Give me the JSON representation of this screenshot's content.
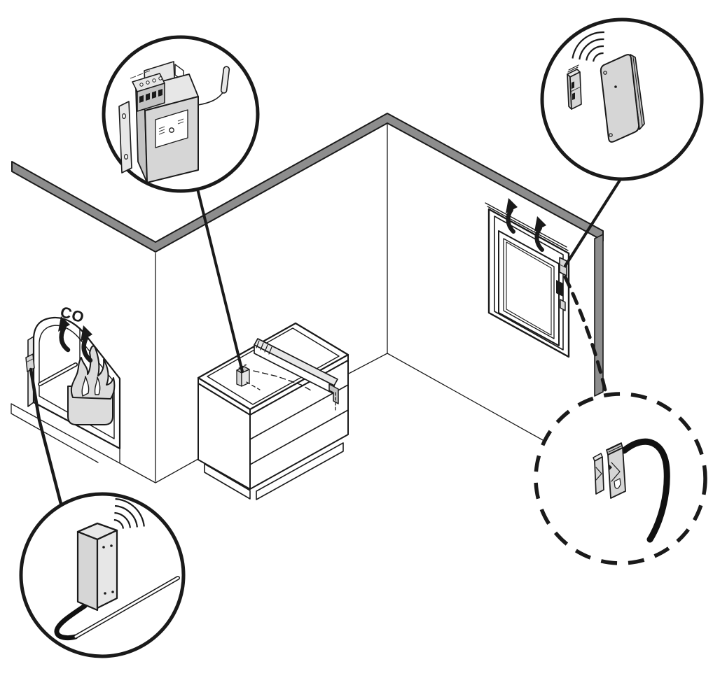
{
  "labels": {
    "co": "CO"
  },
  "colors": {
    "bg": "#ffffff",
    "line": "#1a1a1a",
    "wall_gray": "#8d8d8d",
    "device_gray": "#d6d6d6",
    "device_gray_light": "#e7e7e7",
    "device_gray_dark": "#c3c3c3",
    "flame_gray": "#dcdcdc",
    "cable_black": "#111111"
  },
  "scene": {
    "type": "isometric-installation-diagram",
    "room": {
      "walls": "corner-room-with-gray-wall-tops",
      "fireplace": "arched-stove-emitting-co",
      "kitchen_counter": "island-cabinet-with-three-drawers-and-vent-bar",
      "window": "tilt-open-window-with-airflow-arrows"
    },
    "callouts": {
      "top_left": {
        "component": "radio-control-unit-with-terminal-block-and-antenna",
        "line_style": "solid"
      },
      "top_right": {
        "component": "wireless-window-contact-transmitter-and-magnet",
        "line_style": "solid"
      },
      "bottom_left": {
        "component": "wireless-co-temperature-sensor-with-probe",
        "line_style": "solid"
      },
      "bottom_right": {
        "component": "wired-window-contact-with-cable",
        "line_style": "dashed"
      }
    }
  }
}
